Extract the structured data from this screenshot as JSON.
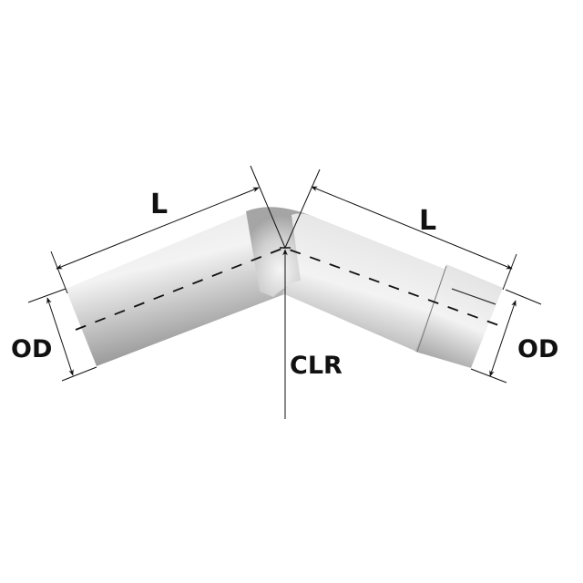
{
  "diagram": {
    "title": "45 degree exhaust elbow dimension diagram",
    "labels": {
      "length_left": "L",
      "length_right": "L",
      "od_left": "OD",
      "od_right": "OD",
      "clr": "CLR"
    },
    "colors": {
      "background": "#ffffff",
      "pipe_light": "#f2f2f2",
      "pipe_mid": "#c9c9c9",
      "pipe_dark": "#8c8c8c",
      "line": "#111111"
    },
    "parts": [
      "left straight section",
      "bend",
      "right straight section",
      "expanded end"
    ]
  }
}
